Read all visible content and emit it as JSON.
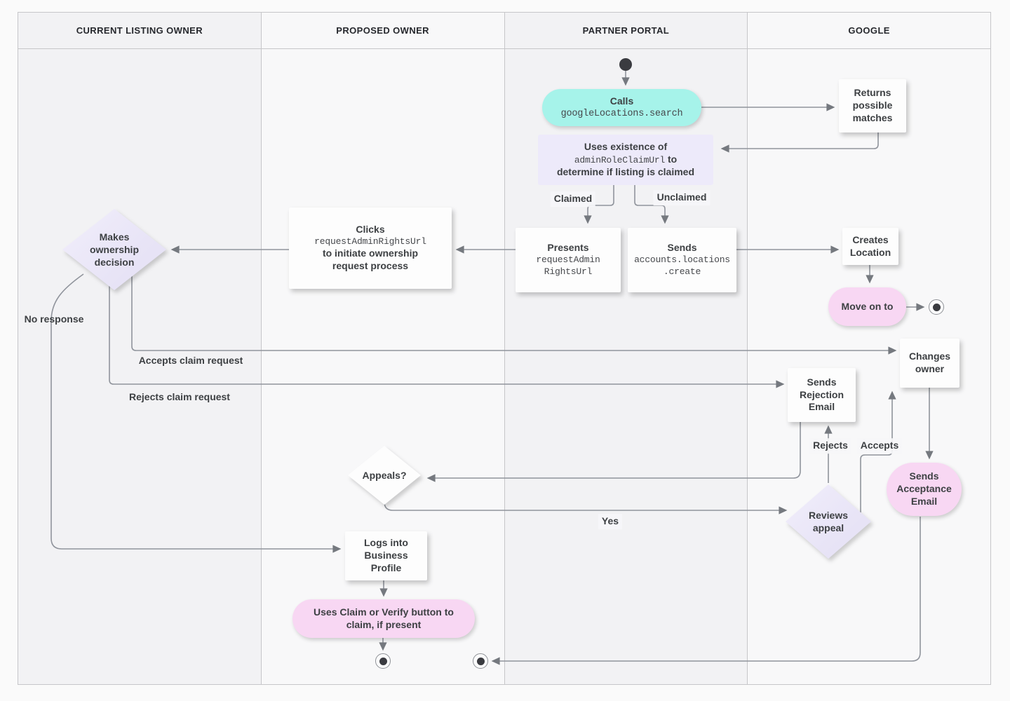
{
  "lanes": [
    {
      "label": "CURRENT LISTING OWNER"
    },
    {
      "label": "PROPOSED OWNER"
    },
    {
      "label": "PARTNER PORTAL"
    },
    {
      "label": "GOOGLE"
    }
  ],
  "nodes": {
    "calls": {
      "title": "Calls",
      "code": "googleLocations.search"
    },
    "returns_possible_matches": {
      "text": "Returns possible matches"
    },
    "uses_existence": {
      "pre": "Uses existence of",
      "code": "adminRoleClaimUrl",
      "post": "to determine if listing is claimed"
    },
    "presents": {
      "title": "Presents",
      "code_lines": [
        "requestAdmin",
        "RightsUrl"
      ]
    },
    "sends_create": {
      "title": "Sends",
      "code_lines": [
        "accounts.locations",
        ".create"
      ]
    },
    "clicks": {
      "title": "Clicks",
      "code": "requestAdminRightsUrl",
      "post": "to initiate ownership request process"
    },
    "makes_decision": {
      "text": "Makes ownership decision"
    },
    "creates_location": {
      "text": "Creates Location"
    },
    "move_on": {
      "text": "Move on to"
    },
    "changes_owner": {
      "text": "Changes owner"
    },
    "sends_rejection": {
      "text": "Sends Rejection Email"
    },
    "appeals": {
      "text": "Appeals?"
    },
    "reviews_appeal": {
      "text": "Reviews appeal"
    },
    "sends_acceptance": {
      "text": "Sends Acceptance Email"
    },
    "logs_into": {
      "text": "Logs into Business Profile"
    },
    "uses_claim": {
      "text": "Uses Claim or Verify button to claim, if present"
    }
  },
  "edge_labels": {
    "claimed": "Claimed",
    "unclaimed": "Unclaimed",
    "no_response": "No response",
    "accepts_claim_request": "Accepts claim request",
    "rejects_claim_request": "Rejects claim request",
    "rejects": "Rejects",
    "accepts": "Accepts",
    "yes": "Yes"
  },
  "colors": {
    "teal": "#a6f3ea",
    "lavender": "#edeafa",
    "lavender_diamond": "#e7e3f6",
    "pink": "#f8d7f3",
    "line": "#90949c",
    "arrow": "#75797f",
    "node_text": "#3d4043",
    "lane_dark": "#f2f2f4",
    "lane_light": "#f8f8f9",
    "border": "#c6c6c9",
    "terminal": "#3a3b40",
    "white_node": "#fdfdfd"
  }
}
